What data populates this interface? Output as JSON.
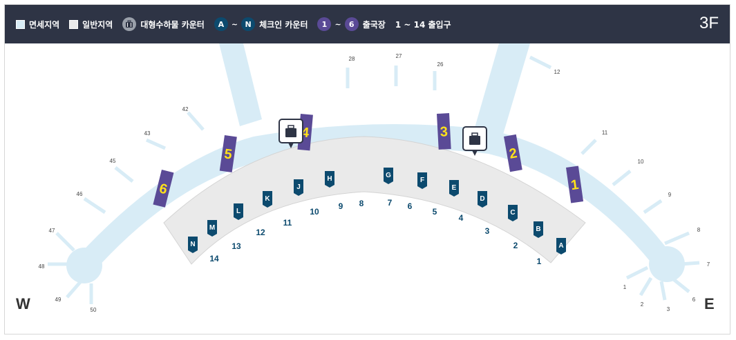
{
  "legend": {
    "duty_free": "면세지역",
    "general": "일반지역",
    "oversized_baggage": "대형수하물 카운터",
    "checkin_from": "A",
    "checkin_tilde": "~",
    "checkin_to": "N",
    "checkin_label": "체크인 카운터",
    "departure_from": "1",
    "departure_tilde": "~",
    "departure_to": "6",
    "departure_label": "출국장",
    "gates_label": "1 ~ 14 출입구"
  },
  "floor": "3F",
  "directions": {
    "west": "W",
    "east": "E"
  },
  "colors": {
    "header": "#2e3445",
    "airside": "#d8ecf6",
    "landside": "#eaeaea",
    "checkin": "#0c4a6e",
    "departure": "#5a4a96",
    "departure_text": "#ffe11a"
  },
  "departure_numbers": [
    "1",
    "2",
    "3",
    "4",
    "5",
    "6"
  ],
  "checkin_counters": [
    "A",
    "B",
    "C",
    "D",
    "E",
    "F",
    "G",
    "H",
    "J",
    "K",
    "L",
    "M",
    "N"
  ],
  "entrance_numbers": [
    "1",
    "2",
    "3",
    "4",
    "5",
    "6",
    "7",
    "8",
    "9",
    "10",
    "11",
    "12",
    "13",
    "14"
  ],
  "boarding_gates": [
    "1",
    "2",
    "3",
    "6",
    "7",
    "8",
    "9",
    "10",
    "11",
    "12",
    "26",
    "27",
    "28",
    "42",
    "43",
    "45",
    "46",
    "47",
    "48",
    "49",
    "50"
  ]
}
